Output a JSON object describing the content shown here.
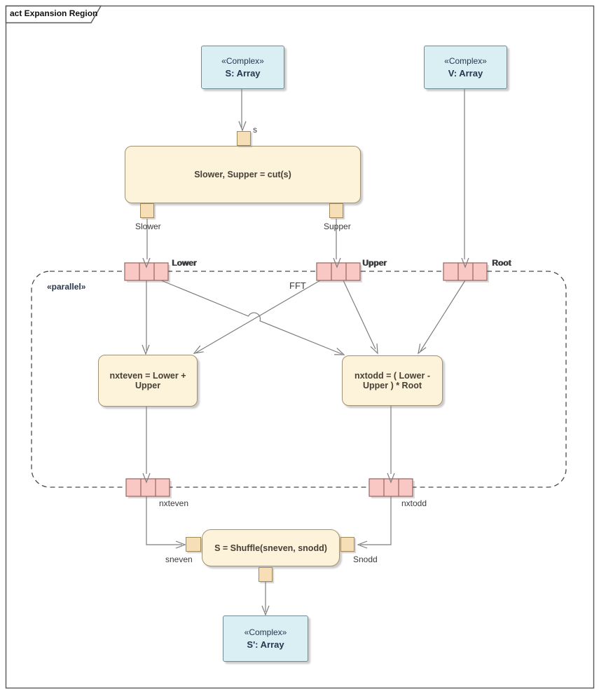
{
  "frame": {
    "title": "act Expansion Region"
  },
  "region": {
    "stereotype": "«parallel»",
    "name": "FFT"
  },
  "objects": {
    "s_in": {
      "stereotype": "«Complex»",
      "name": "S: Array"
    },
    "v_in": {
      "stereotype": "«Complex»",
      "name": "V: Array"
    },
    "s_out": {
      "stereotype": "«Complex»",
      "name": "S': Array"
    }
  },
  "actions": {
    "cut": {
      "label": "Slower, Supper = cut(s)"
    },
    "nxteven": {
      "label": "nxteven = Lower + Upper"
    },
    "nxtodd": {
      "label": "nxtodd = ( Lower - Upper ) * Root"
    },
    "shuffle": {
      "label": "S = Shuffle(sneven, snodd)"
    }
  },
  "pins": {
    "s": "s",
    "slower": "Slower",
    "supper": "Supper",
    "sneven": "sneven",
    "snodd": "Snodd"
  },
  "expansion_nodes": {
    "lower": "Lower",
    "upper": "Upper",
    "root": "Root",
    "nxteven": "nxteven",
    "nxtodd": "nxtodd"
  },
  "colors": {
    "object_fill": "#d9eff3",
    "object_border": "#6d8d95",
    "action_fill": "#fdf2da",
    "action_border": "#a39272",
    "pin_fill": "#f6deb6",
    "pin_border": "#a38a5a",
    "expansion_fill": "#fac8c4",
    "expansion_border": "#96645f",
    "connector": "#7d7d7d",
    "frame_border": "#56585a",
    "text_dark": "#24384f"
  }
}
